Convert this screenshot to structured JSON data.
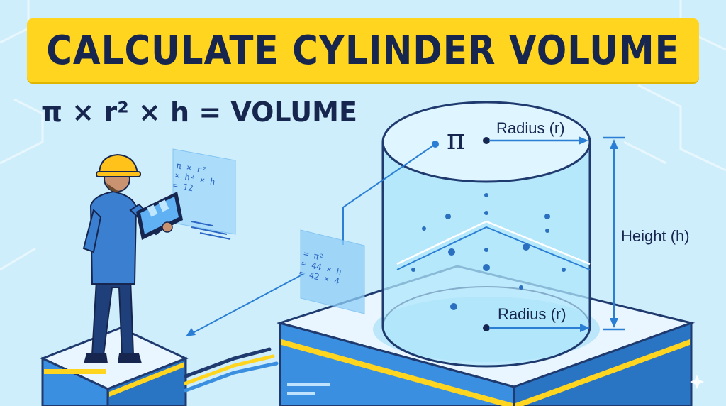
{
  "title": "CALCULATE CYLINDER VOLUME",
  "formula": "π × r² × h = VOLUME",
  "cylinder_labels": {
    "pi": "π",
    "radius_top": "Radius (r)",
    "radius_bottom": "Radius (r)",
    "height": "Height (h)"
  },
  "tablet_notes": {
    "line1": "π × r²",
    "line2": "× h² × h",
    "line3": "= 12"
  },
  "floating_card": {
    "line1": "= π²",
    "line2": "= 44 × h",
    "line3": "= 42 × 4"
  },
  "colors": {
    "background": "#cfeefb",
    "banner": "#ffd51f",
    "text_dark": "#16264f",
    "accent_blue": "#2a7fd4",
    "platform_blue": "#3a8fe0"
  },
  "icons": [
    "sparkle-icon"
  ]
}
